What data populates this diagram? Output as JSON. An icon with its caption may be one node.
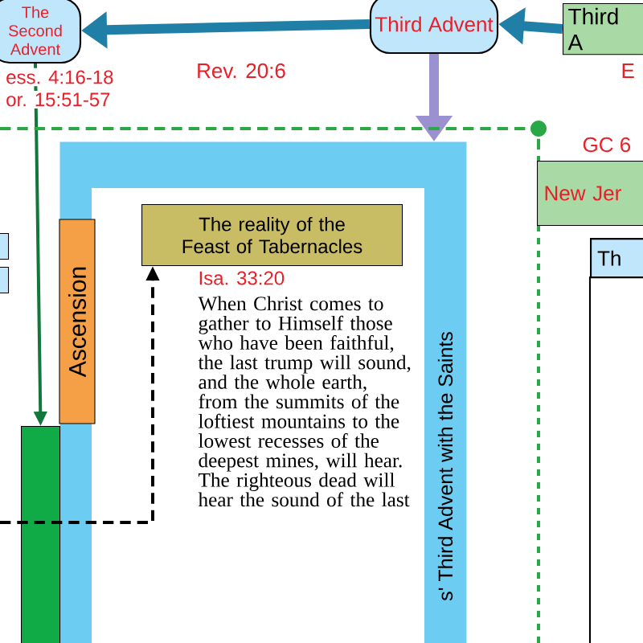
{
  "diagram": {
    "nodes": [
      {
        "text": [
          "The Second Advent"
        ]
      },
      {
        "text": [
          "Third Advent"
        ]
      },
      {
        "text": [
          "Third A"
        ],
        "beside": [
          "E"
        ]
      },
      {
        "text": [
          "New Jer"
        ],
        "beside": [
          "GC 6"
        ]
      },
      {
        "text": [
          "Th"
        ]
      },
      {
        "text": [
          "s' Third Advent with the Saints"
        ]
      },
      {
        "text": [
          "Ascension"
        ],
        "in": 5
      },
      {
        "text": [
          "The reality of the Feast of Tabernacles"
        ],
        "in": 5,
        "beside": [
          "Isa. 33:20"
        ]
      },
      {
        "text": [],
        "shape": "box"
      },
      {
        "text": [],
        "shape": "box"
      },
      {
        "text": [],
        "shape": "bar"
      }
    ],
    "edges": [
      {
        "from": 1,
        "to": 0,
        "arrow": "to",
        "label": "Rev. 20:6",
        "style": "thick",
        "color": "#1f7fa6"
      },
      {
        "from": 2,
        "to": 1,
        "arrow": "to",
        "style": "thick",
        "color": "#1f7fa6"
      },
      {
        "from": 1,
        "to": 5,
        "arrow": "to",
        "style": "thick",
        "color": "#9b91d0"
      },
      {
        "from": 0,
        "to": 10,
        "arrow": "to",
        "color": "#11773a"
      },
      {
        "from": null,
        "to": 7,
        "arrow": "to",
        "style": "dashed",
        "color": "#000000"
      },
      {
        "from": null,
        "to": 3,
        "arrow": "none",
        "style": "dashed",
        "color": "#2aa845"
      }
    ],
    "labels": [
      "ess. 4:16-18",
      "or. 15:51-57",
      "When Christ comes to gather to Himself those who have been faithful, the last trump will sound, and the whole earth, from the summits of the loftiest mountains to the lowest recesses of the deepest mines, will hear. The righteous dead will hear the sound of the last"
    ]
  }
}
